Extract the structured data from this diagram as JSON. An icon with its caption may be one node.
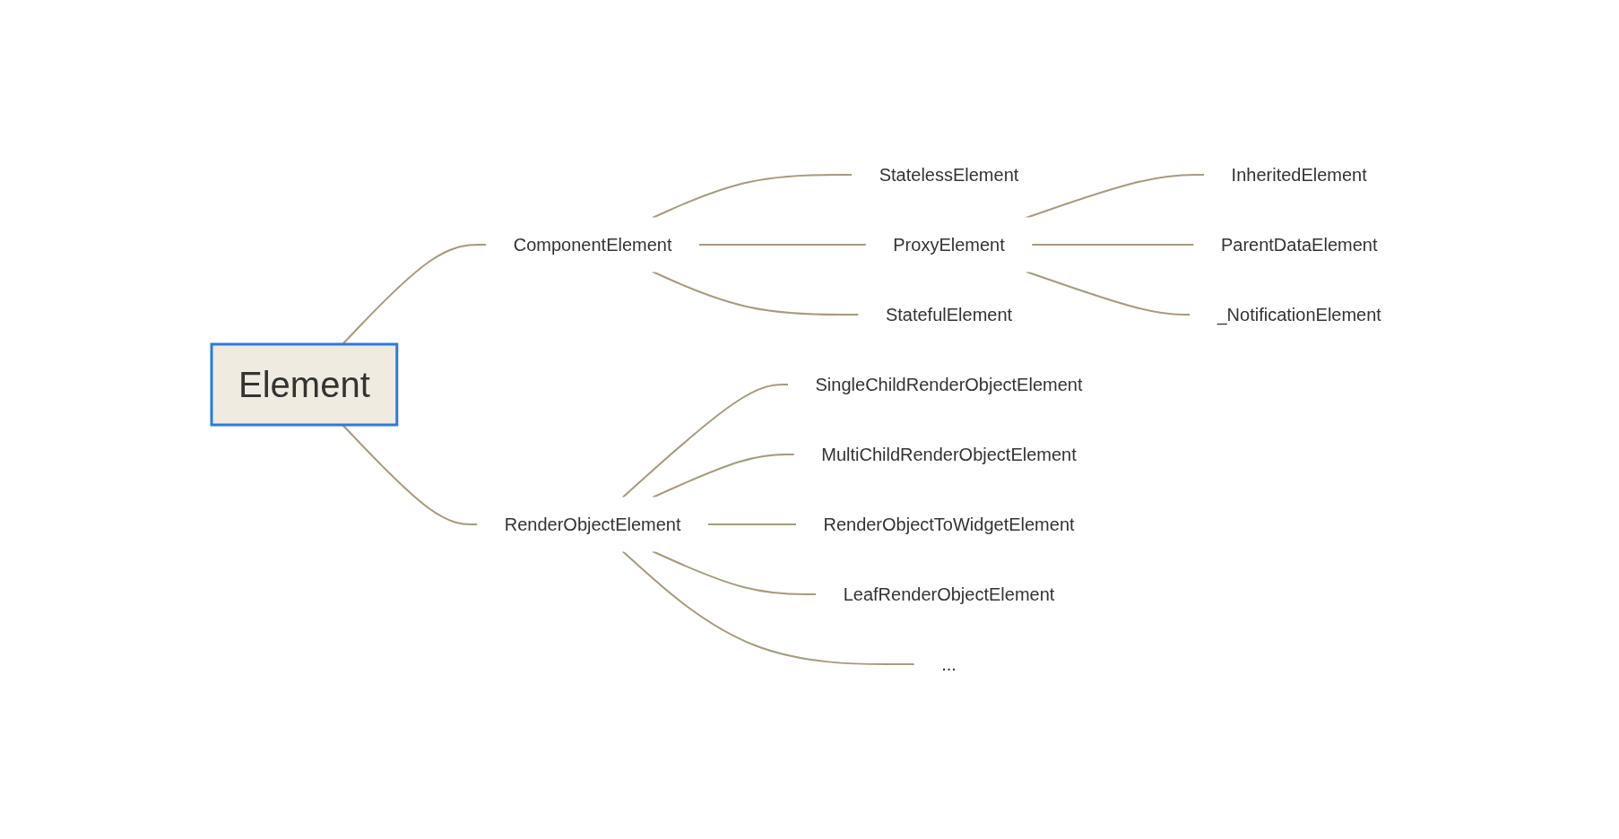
{
  "diagram": {
    "nodes": [
      {
        "text": [
          "Element"
        ]
      },
      {
        "text": [
          "ComponentElement"
        ]
      },
      {
        "text": [
          "StatelessElement"
        ]
      },
      {
        "text": [
          "ProxyElement"
        ]
      },
      {
        "text": [
          "InheritedElement"
        ]
      },
      {
        "text": [
          "ParentDataElement"
        ]
      },
      {
        "text": [
          "_NotificationElement"
        ]
      },
      {
        "text": [
          "StatefulElement"
        ]
      },
      {
        "text": [
          "RenderObjectElement"
        ]
      },
      {
        "text": [
          "SingleChildRenderObjectElement"
        ]
      },
      {
        "text": [
          "MultiChildRenderObjectElement"
        ]
      },
      {
        "text": [
          "RenderObjectToWidgetElement"
        ]
      },
      {
        "text": [
          "LeafRenderObjectElement"
        ]
      },
      {
        "text": [
          "..."
        ]
      }
    ],
    "edges": [
      {
        "from": 0,
        "to": 1,
        "arrow": "none"
      },
      {
        "from": 1,
        "to": 2,
        "arrow": "none"
      },
      {
        "from": 1,
        "to": 3,
        "arrow": "none"
      },
      {
        "from": 3,
        "to": 4,
        "arrow": "none"
      },
      {
        "from": 3,
        "to": 5,
        "arrow": "none"
      },
      {
        "from": 3,
        "to": 6,
        "arrow": "none"
      },
      {
        "from": 1,
        "to": 7,
        "arrow": "none"
      },
      {
        "from": 0,
        "to": 8,
        "arrow": "none"
      },
      {
        "from": 8,
        "to": 9,
        "arrow": "none"
      },
      {
        "from": 8,
        "to": 10,
        "arrow": "none"
      },
      {
        "from": 8,
        "to": 11,
        "arrow": "none"
      },
      {
        "from": 8,
        "to": 12,
        "arrow": "none"
      },
      {
        "from": 8,
        "to": 13,
        "arrow": "none"
      }
    ]
  }
}
